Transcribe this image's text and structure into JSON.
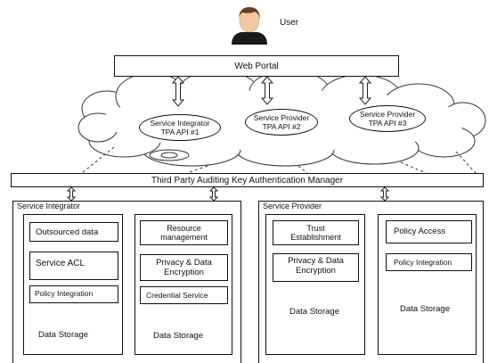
{
  "user": {
    "label": "User"
  },
  "web_portal": {
    "label": "Web Portal"
  },
  "cloud": {
    "nodes": [
      {
        "line1": "Service Integrator",
        "line2": "TPA API #1"
      },
      {
        "line1": "Service Provider",
        "line2": "TPA API #2"
      },
      {
        "line1": "Service Provider",
        "line2": "TPA API #3"
      }
    ]
  },
  "manager": {
    "label": "Third Party Auditing Key Authentication Manager"
  },
  "service_integrator": {
    "title": "Service Integrator",
    "left": {
      "outsourced": "Outsourced data",
      "acl": "Service ACL",
      "policy": "Policy Integration",
      "storage": "Data Storage"
    },
    "right": {
      "resource_1": "Resource",
      "resource_2": "management",
      "privacy_1": "Privacy & Data",
      "privacy_2": "Encryption",
      "credential": "Credential Service",
      "storage": "Data Storage"
    }
  },
  "service_provider": {
    "title": "Service Provider",
    "left": {
      "trust_1": "Trust",
      "trust_2": "Establishment",
      "privacy_1": "Privacy & Data",
      "privacy_2": "Encryption",
      "storage": "Data Storage"
    },
    "right": {
      "access": "Policy Access",
      "policy": "Policy Integration",
      "storage": "Data Storage"
    }
  }
}
